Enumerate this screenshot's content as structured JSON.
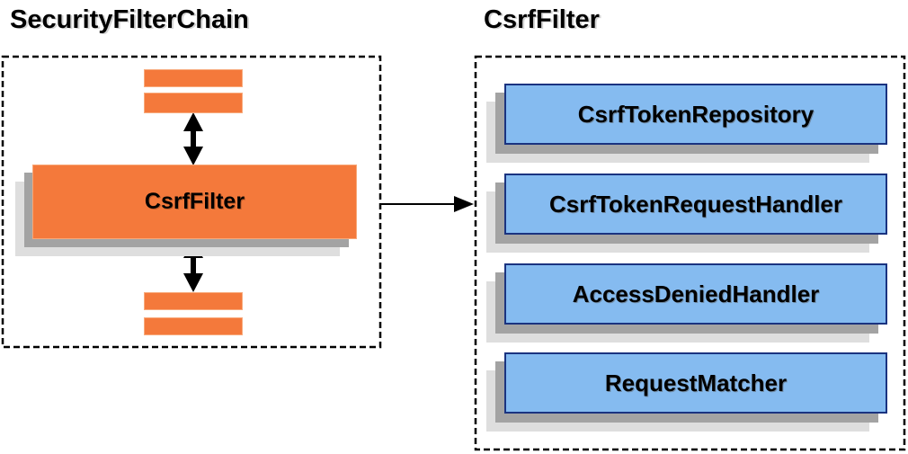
{
  "security_filter_chain_panel": {
    "title": "SecurityFilterChain",
    "csrf_filter_label": "CsrfFilter"
  },
  "csrf_filter_panel": {
    "title": "CsrfFilter",
    "components": [
      "CsrfTokenRepository",
      "CsrfTokenRequestHandler",
      "AccessDeniedHandler",
      "RequestMatcher"
    ]
  },
  "icons": {
    "vertical_double_arrow": "↕",
    "right_arrow": "→"
  },
  "colors": {
    "orange_fill": "#F4793B",
    "orange_highlight_border": "#F8A878",
    "blue_fill": "#85BBF0",
    "blue_border": "#1A3380",
    "shadow_dark": "#A3A3A3",
    "shadow_light": "#DEDEDE",
    "dashed_border": "#000000",
    "arrow": "#000000",
    "background": "#FFFFFF"
  }
}
